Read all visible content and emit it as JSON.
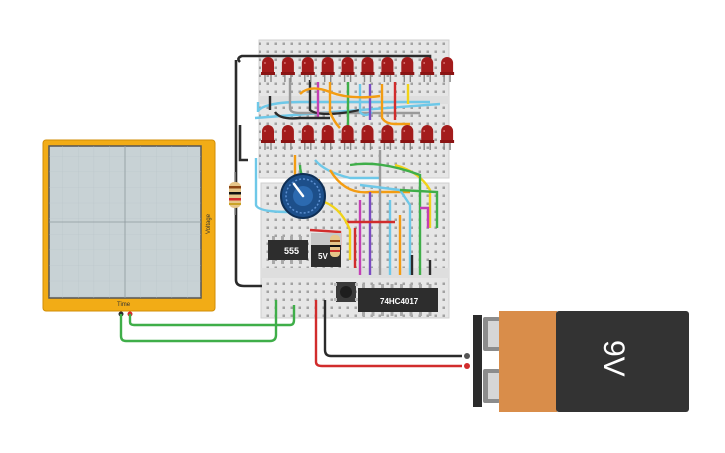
{
  "circuit": {
    "oscilloscope": {
      "time_label": "Time",
      "voltage_label": "Voltage"
    },
    "chips": {
      "timer_label": "555",
      "regulator_label": "5V",
      "counter_label": "74HC4017"
    },
    "battery": {
      "label": "9V"
    },
    "led_rows": 2,
    "leds_per_row": 10,
    "colors": {
      "led": "#a31c1c",
      "scope_frame": "#f2ac16",
      "battery_orange": "#d98d4a",
      "battery_body": "#333333",
      "wire_green": "#3fae49",
      "wire_red": "#d12c2c",
      "wire_black": "#2b2b2b",
      "wire_blue": "#6ec8e8",
      "wire_orange": "#f39c12",
      "wire_yellow": "#f1d318",
      "wire_magenta": "#c33fb5",
      "wire_purple": "#7a4bc2",
      "wire_gray": "#9a9a9a"
    }
  }
}
